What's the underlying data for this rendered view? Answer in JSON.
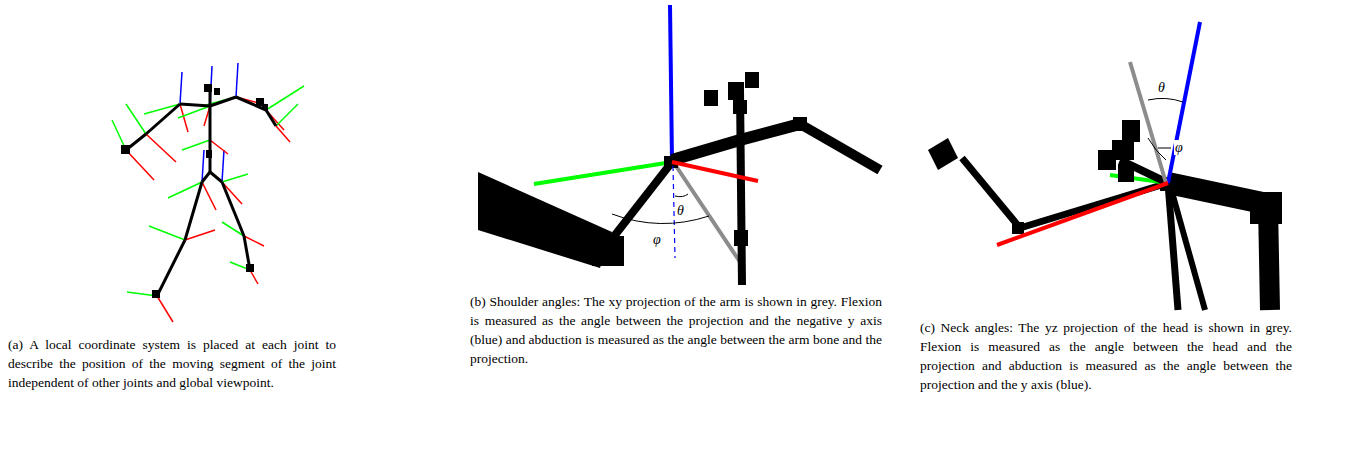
{
  "diagram": {
    "labels": [
      "(a) A local coordinate system is placed at each joint to describe the position of the moving segment of the joint independent of other joints and global viewpoint.",
      "θ",
      "φ",
      "(b) Shoulder angles: The xy projection of the arm is shown in grey. Flexion is measured as the angle between the projection and the negative y axis (blue) and abduction is measured as the angle between the arm bone and the projection.",
      "θ",
      "φ",
      "(c) Neck angles: The yz projection of the head is shown in grey. Flexion is measured as the angle between the head and the projection and abduction is measured as the angle between the projection and the y axis (blue)."
    ]
  }
}
